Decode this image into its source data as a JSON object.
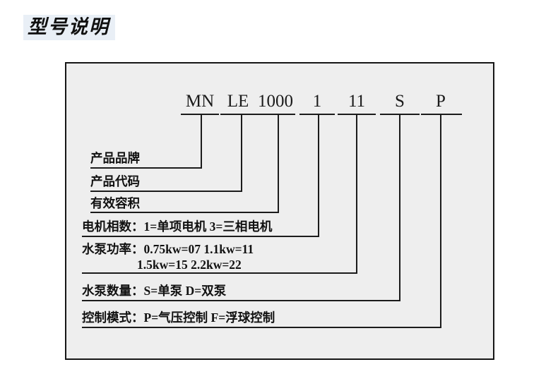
{
  "title": "型号说明",
  "model_code": {
    "segments": [
      {
        "text": "MN",
        "name": "code-segment-mn"
      },
      {
        "text": "LE",
        "name": "code-segment-le"
      },
      {
        "text": "1000",
        "name": "code-segment-1000"
      },
      {
        "text": "1",
        "name": "code-segment-1"
      },
      {
        "text": "11",
        "name": "code-segment-11"
      },
      {
        "text": "S",
        "name": "code-segment-s"
      },
      {
        "text": "P",
        "name": "code-segment-p"
      }
    ]
  },
  "legend_rows": [
    {
      "key": "产品品牌",
      "value": ""
    },
    {
      "key": "产品代码",
      "value": ""
    },
    {
      "key": "有效容积",
      "value": ""
    },
    {
      "key": "电机相数：",
      "value": "1=单项电机  3=三相电机"
    },
    {
      "key": "水泵功率：",
      "value": "0.75kw=07  1.1kw=11",
      "value_line2": "1.5kw=15    2.2kw=22"
    },
    {
      "key": "水泵数量：",
      "value": "S=单泵    D=双泵"
    },
    {
      "key": "控制模式：",
      "value": "P=气压控制  F=浮球控制"
    }
  ],
  "colors": {
    "title_highlight": "#e9eff6",
    "box_fill": "#eeeeee",
    "line": "#1b1b1b",
    "text": "#111111",
    "page_background": "#ffffff"
  }
}
